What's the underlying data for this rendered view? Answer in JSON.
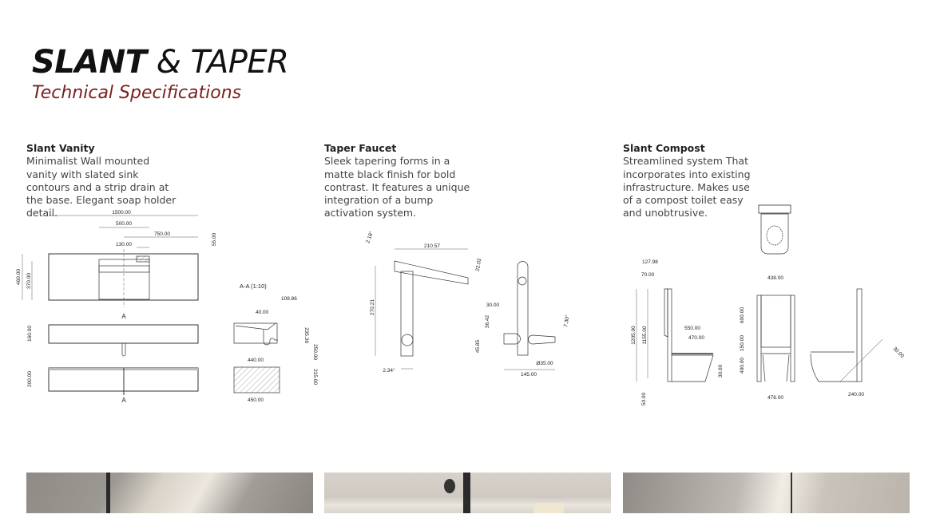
{
  "header": {
    "title_bold": "SLANT",
    "title_light": "& TAPER",
    "subtitle": "Technical Specifications"
  },
  "products": [
    {
      "name": "Slant Vanity",
      "description": "Minimalist Wall mounted vanity with slated sink contours and a strip drain at the base. Elegant soap holder detail."
    },
    {
      "name": "Taper Faucet",
      "description": "Sleek tapering forms in a matte black finish for bold contrast. It features a unique integration of a bump activation system."
    },
    {
      "name": "Slant Compost",
      "description": "Streamlined system That incorporates into existing infrastructure. Makes use of a compost toilet easy and unobtrusive."
    }
  ],
  "vanity_dims": {
    "overall_width": "1500.00",
    "basin_width": "500.00",
    "offset": "750.00",
    "drain": "130.00",
    "top": "55.00",
    "depth": "460.00",
    "basin_depth": "370.00",
    "front_height": "160.00",
    "side_height": "200.00",
    "section_marker": "A",
    "section_title": "A-A (1:10)",
    "s_108": "108.86",
    "s_40": "40.00",
    "s_235": "235.36",
    "s_440": "440.00",
    "s_250": "250.00",
    "s_215": "215.00",
    "s_450": "450.00"
  },
  "faucet_dims": {
    "angle_top": "2.18°",
    "arm_length": "210.57",
    "arm_thick": "22.02",
    "height": "270.21",
    "angle_base": "2.34°",
    "handle_w": "30.00",
    "handle_h": "36.42",
    "handle_pos": "45.85",
    "angle_handle": "7.30°",
    "diameter": "Ø35.00",
    "total_w": "145.00"
  },
  "compost_dims": {
    "tank_w": "127.98",
    "tank_inner": "70.00",
    "total_h": "1205.00",
    "tank_h": "1155.00",
    "bowl_len": "550.00",
    "seat_len": "470.00",
    "seat_h": "30.00",
    "floor": "50.00",
    "frame_w": "438.00",
    "upper": "600.00",
    "mid": "150.00",
    "lower": "400.00",
    "base_w": "478.00",
    "lid_angle": "30.00",
    "clearance": "240.00"
  }
}
